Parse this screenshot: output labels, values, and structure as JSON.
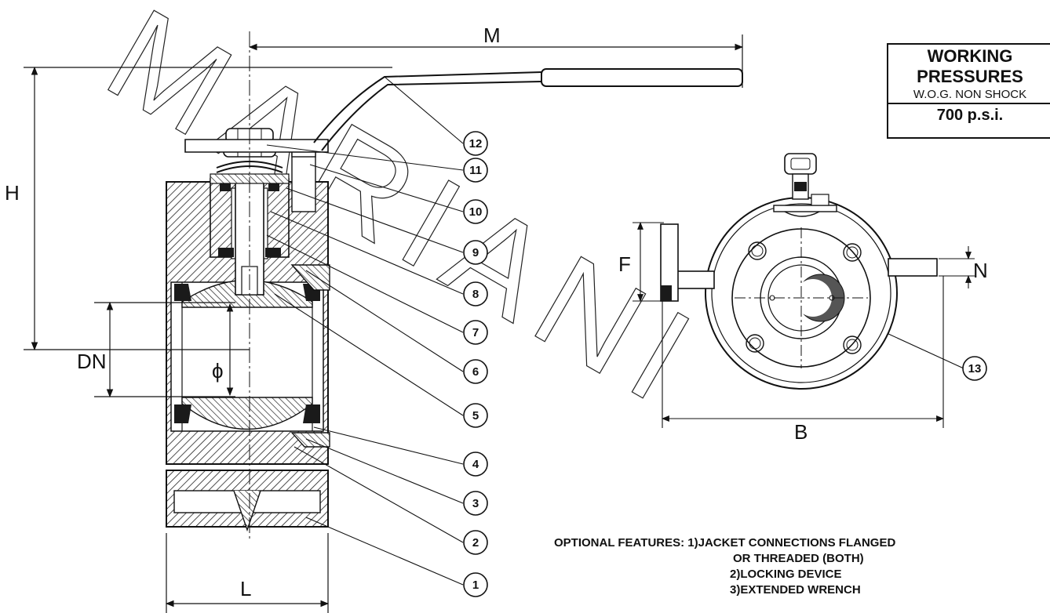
{
  "dimensions": {
    "M": "M",
    "H": "H",
    "DN": "DN",
    "phi": "ϕ",
    "L": "L",
    "F": "F",
    "N": "N",
    "B": "B"
  },
  "part_bubbles": [
    "1",
    "2",
    "3",
    "4",
    "5",
    "6",
    "7",
    "8",
    "9",
    "10",
    "11",
    "12",
    "13"
  ],
  "watermark": {
    "text": "MARIANI"
  },
  "working_pressures": {
    "title_line1": "WORKING",
    "title_line2": "PRESSURES",
    "condition": "W.O.G. NON SHOCK",
    "value": "700 p.s.i."
  },
  "optional_features": {
    "line1": "OPTIONAL FEATURES: 1)JACKET CONNECTIONS FLANGED",
    "line2": "OR THREADED (BOTH)",
    "line3": "2)LOCKING DEVICE",
    "line4": "3)EXTENDED WRENCH"
  },
  "colors": {
    "ink": "#111111",
    "background": "#ffffff",
    "hatch_fill": "#cfcfcf",
    "seat_fill": "#1a1a1a"
  }
}
